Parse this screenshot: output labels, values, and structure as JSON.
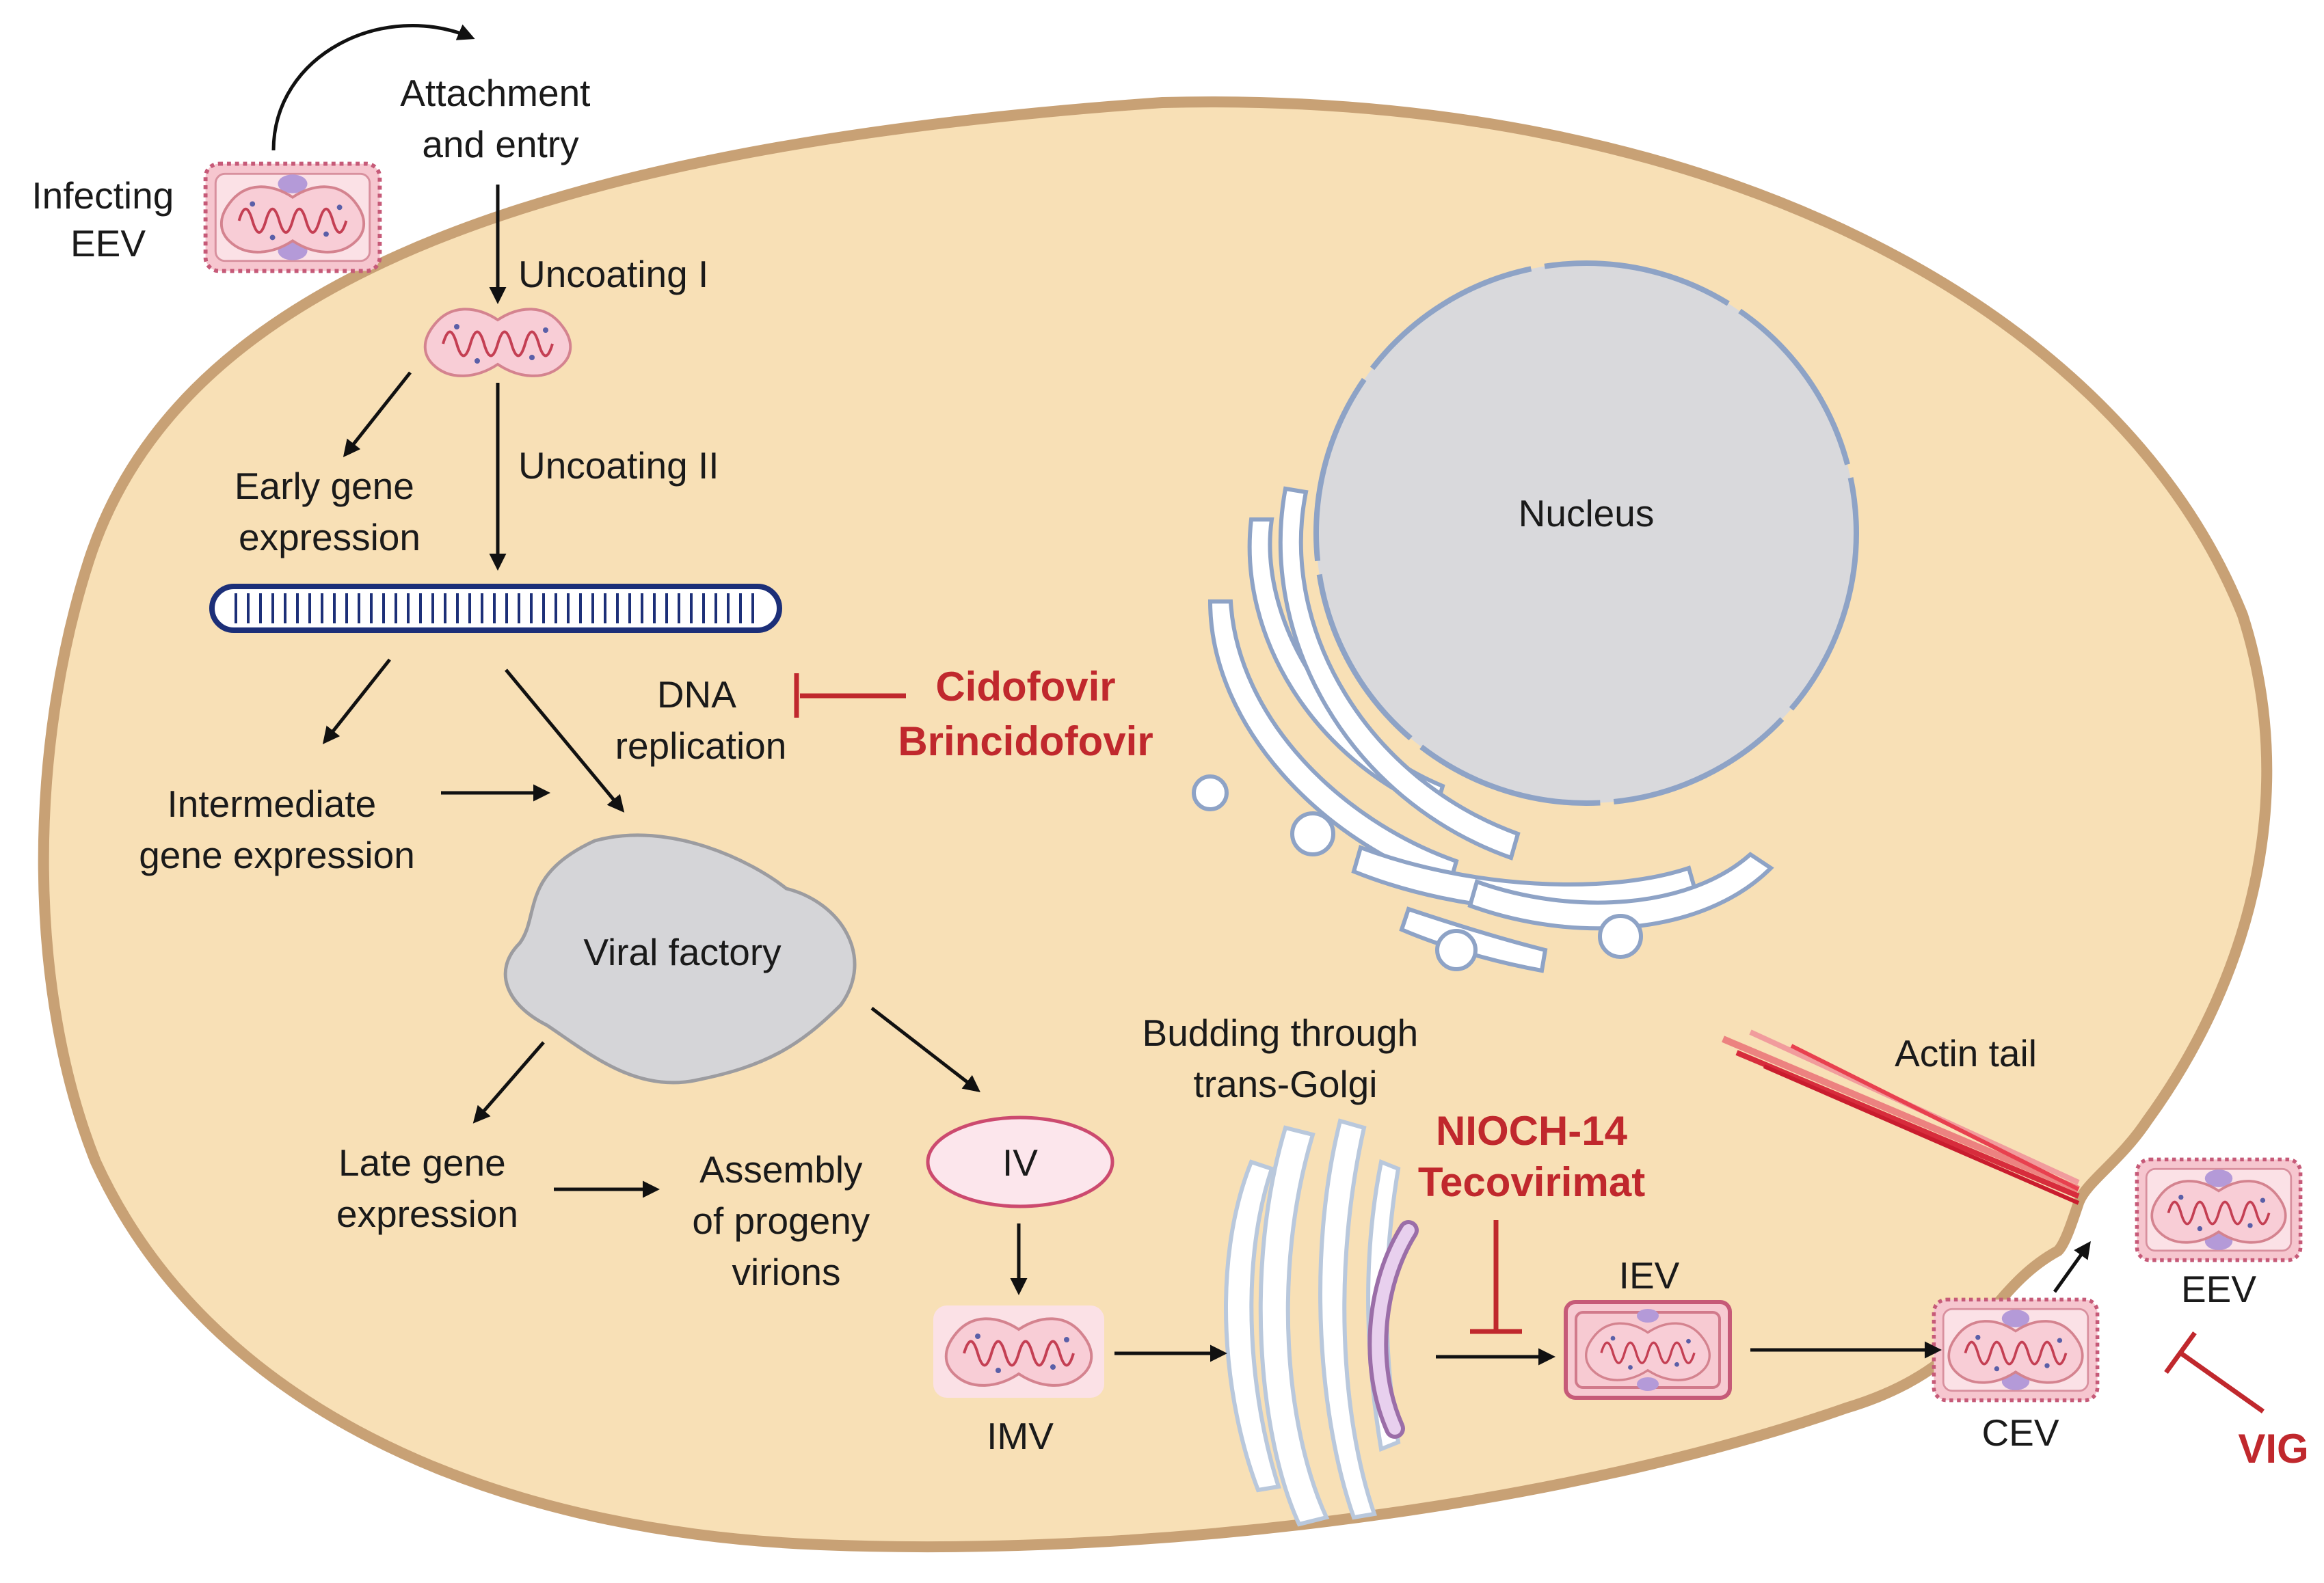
{
  "labels": {
    "infecting_eev": [
      "Infecting",
      "EEV"
    ],
    "attachment": [
      "Attachment",
      "and entry"
    ],
    "uncoating_1": "Uncoating I",
    "uncoating_2": "Uncoating II",
    "early_gene": [
      "Early gene",
      "expression"
    ],
    "dna_replication": [
      "DNA",
      "replication"
    ],
    "intermediate_gene": [
      "Intermediate",
      "gene expression"
    ],
    "viral_factory": "Viral factory",
    "late_gene": [
      "Late gene",
      "expression"
    ],
    "assembly": [
      "Assembly",
      "of progeny",
      "virions"
    ],
    "iv": "IV",
    "imv": "IMV",
    "budding": [
      "Budding through",
      "trans-Golgi"
    ],
    "iev": "IEV",
    "cev": "CEV",
    "eev": "EEV",
    "actin_tail": "Actin tail",
    "nucleus": "Nucleus"
  },
  "drugs": {
    "cidofovir": "Cidofovir",
    "brincidofovir": "Brincidofovir",
    "nioch": "NIOCH-14",
    "tecovirimat": "Tecovirimat",
    "vig": "VIG"
  },
  "colors": {
    "cell_fill": "#f8e0b6",
    "cell_border": "#c8a175",
    "inhibitor": "#c0282d",
    "nucleus_fill": "#d9d9dc",
    "nucleus_border": "#8ea3c6",
    "virion_fill": "#f4c4ce",
    "virion_border": "#c65a78",
    "dna_fill": "#ffffff",
    "dna_border": "#1c2f78"
  }
}
